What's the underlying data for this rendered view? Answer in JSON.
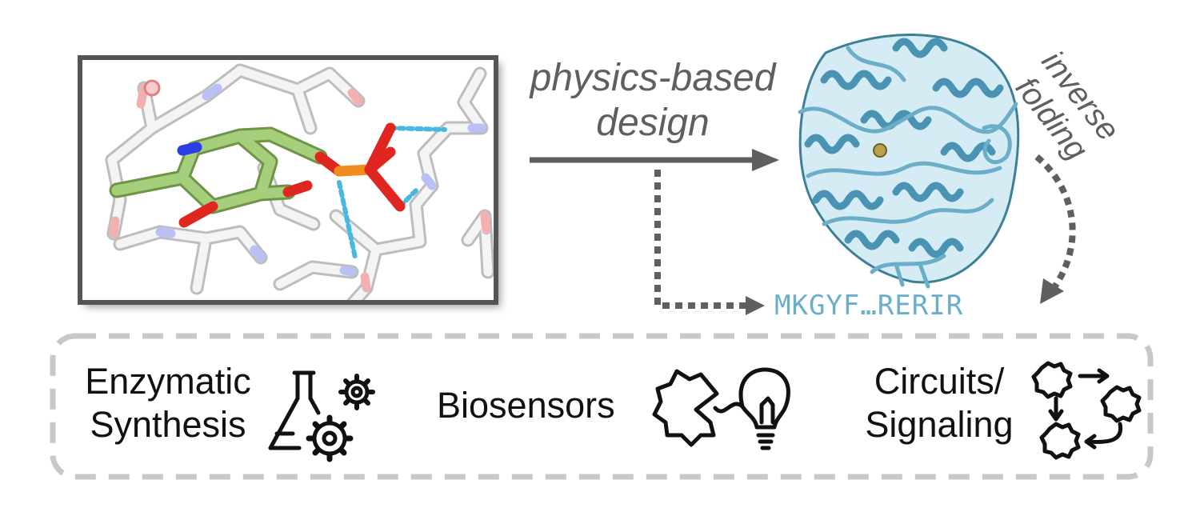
{
  "labels": {
    "physics_design": [
      "physics-based",
      "design"
    ],
    "inverse_folding": [
      "inverse",
      "folding"
    ],
    "sequence": "MKGYF…RERIR"
  },
  "applications": [
    {
      "lines": [
        "Enzymatic",
        "Synthesis"
      ],
      "icon": "flask-gears-icon"
    },
    {
      "lines": [
        "Biosensors"
      ],
      "icon": "sensor-bulb-icon"
    },
    {
      "lines": [
        "Circuits/",
        "Signaling"
      ],
      "icon": "signaling-loop-icon"
    }
  ],
  "colors": {
    "ligand_carbon": "#a6cf7c",
    "phosphorus": "#f08c1e",
    "oxygen": "#e0271f",
    "nitrogen": "#2b3fe6",
    "hbond": "#48b8e0",
    "protein": "#6aaec8",
    "arrow": "#5f5f5f",
    "frame": "#555555",
    "dashed_box": "#c8c8c8"
  }
}
